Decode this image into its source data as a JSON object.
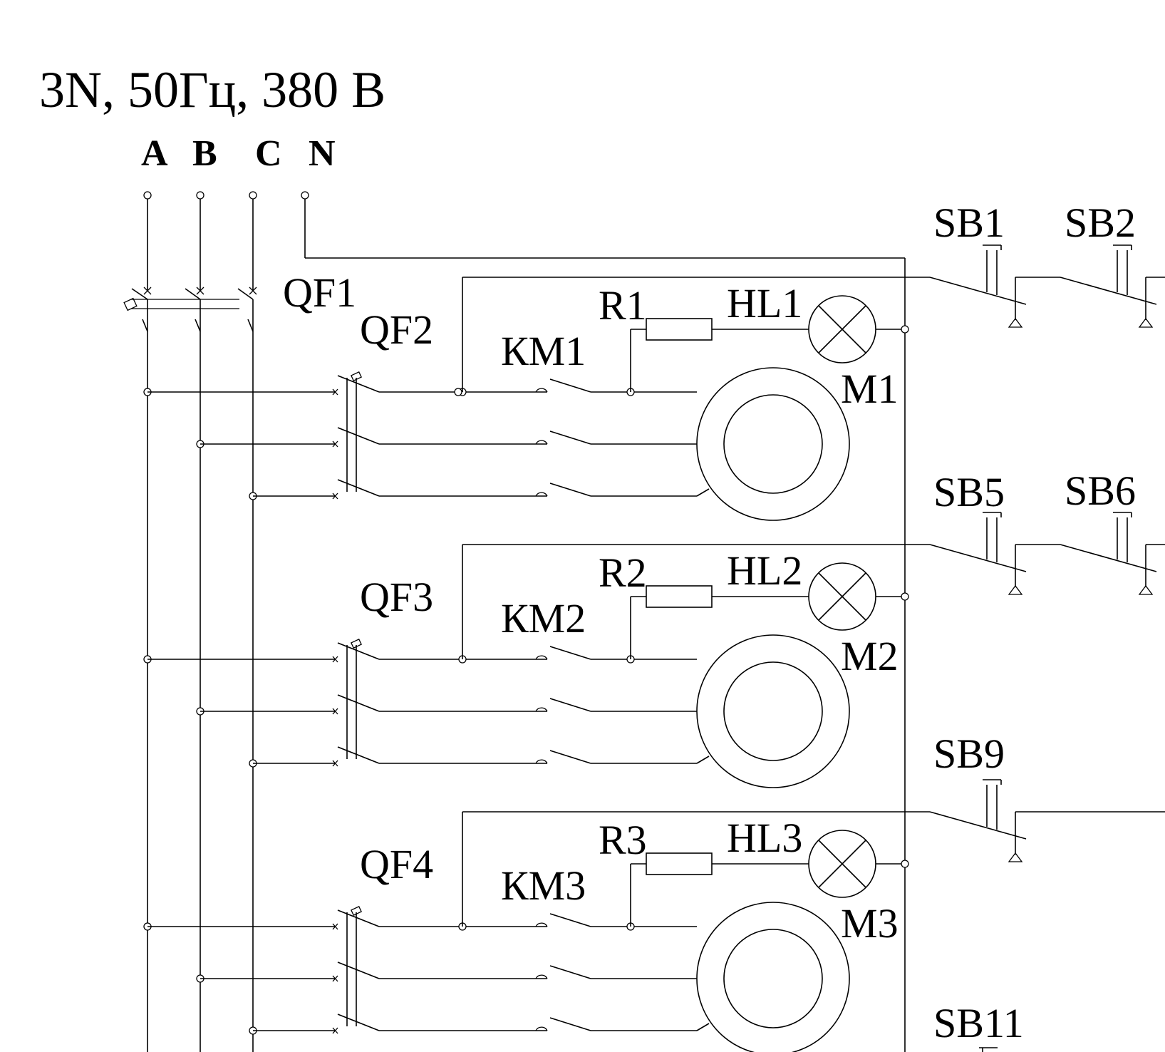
{
  "supply": "3N, 50Гц, 380 В",
  "phases": [
    "A",
    "B",
    "C",
    "N"
  ],
  "main_breaker": "QF1",
  "branches": [
    {
      "breaker": "QF2",
      "contactor": "КМ1",
      "resistor": "R1",
      "lamp": "HL1",
      "motor": "M1"
    },
    {
      "breaker": "QF3",
      "contactor": "КМ2",
      "resistor": "R2",
      "lamp": "HL2",
      "motor": "M2"
    },
    {
      "breaker": "QF4",
      "contactor": "КМ3",
      "resistor": "R3",
      "lamp": "HL3",
      "motor": "M3"
    }
  ],
  "buttons": {
    "row1": [
      "SB1",
      "SB2"
    ],
    "row2": [
      "SB5",
      "SB6"
    ],
    "row3": [
      "SB9"
    ],
    "row4": [
      "SB11"
    ]
  }
}
